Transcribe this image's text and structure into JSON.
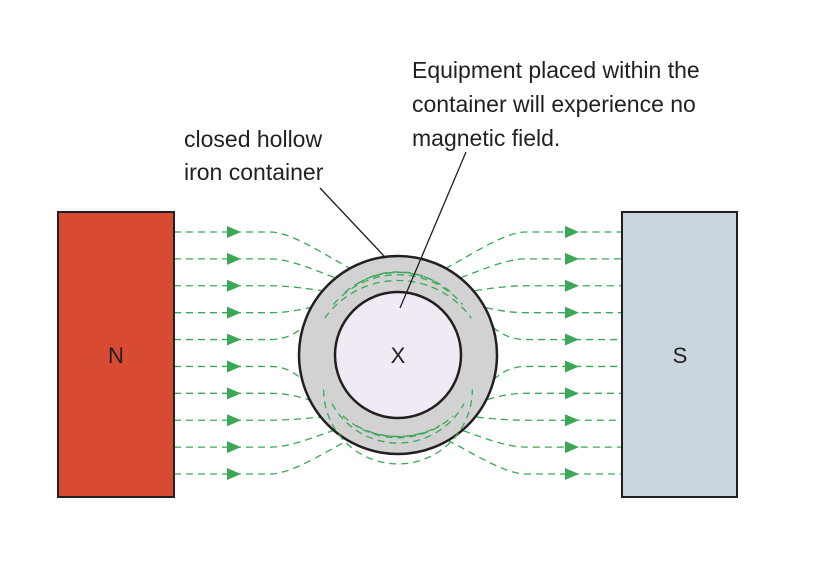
{
  "magnets": {
    "north": {
      "letter": "N",
      "color": "#d94a32"
    },
    "south": {
      "letter": "S",
      "color": "#c8d5dc"
    }
  },
  "container": {
    "label_lines": [
      "closed hollow",
      "iron container"
    ],
    "ring_color": "#d2d2d2",
    "inner_color": "#efeaf4",
    "center_mark": "X"
  },
  "annotation": {
    "lines": [
      "Equipment placed within the",
      "container will experience no",
      "magnetic field."
    ]
  },
  "field": {
    "color": "#3aa856",
    "arrow_count": 10
  }
}
